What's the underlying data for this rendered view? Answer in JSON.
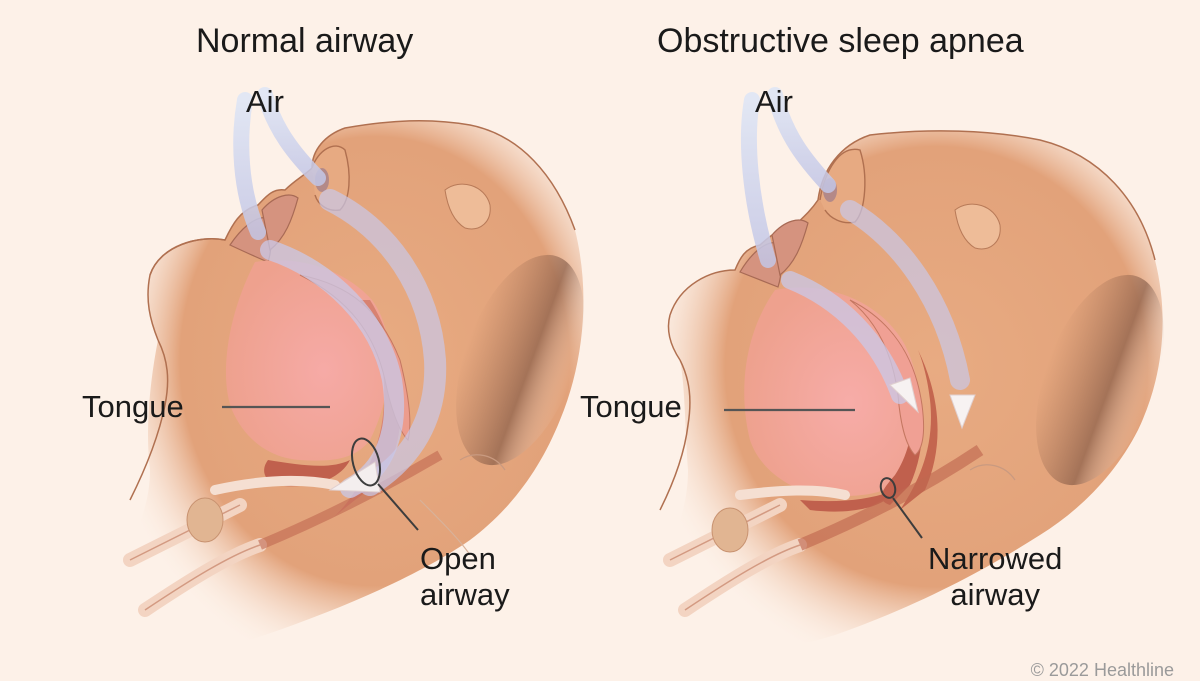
{
  "panels": [
    {
      "id": "normal",
      "title": "Normal airway",
      "labels": {
        "air": "Air",
        "tongue": "Tongue",
        "airway_line1": "Open",
        "airway_line2": "airway"
      }
    },
    {
      "id": "osa",
      "title": "Obstructive sleep apnea",
      "labels": {
        "air": "Air",
        "tongue": "Tongue",
        "airway_line1": "Narrowed",
        "airway_line2": "airway"
      }
    }
  ],
  "copyright": "© 2022 Healthline",
  "colors": {
    "background": "#fdf1e8",
    "skin": "#e3a57c",
    "skin_light": "#eebc98",
    "tongue": "#f1a79a",
    "throat": "#c46a52",
    "air_flow": "#c9d2ec",
    "outline": "#a8684a",
    "leader_line": "#555555"
  }
}
